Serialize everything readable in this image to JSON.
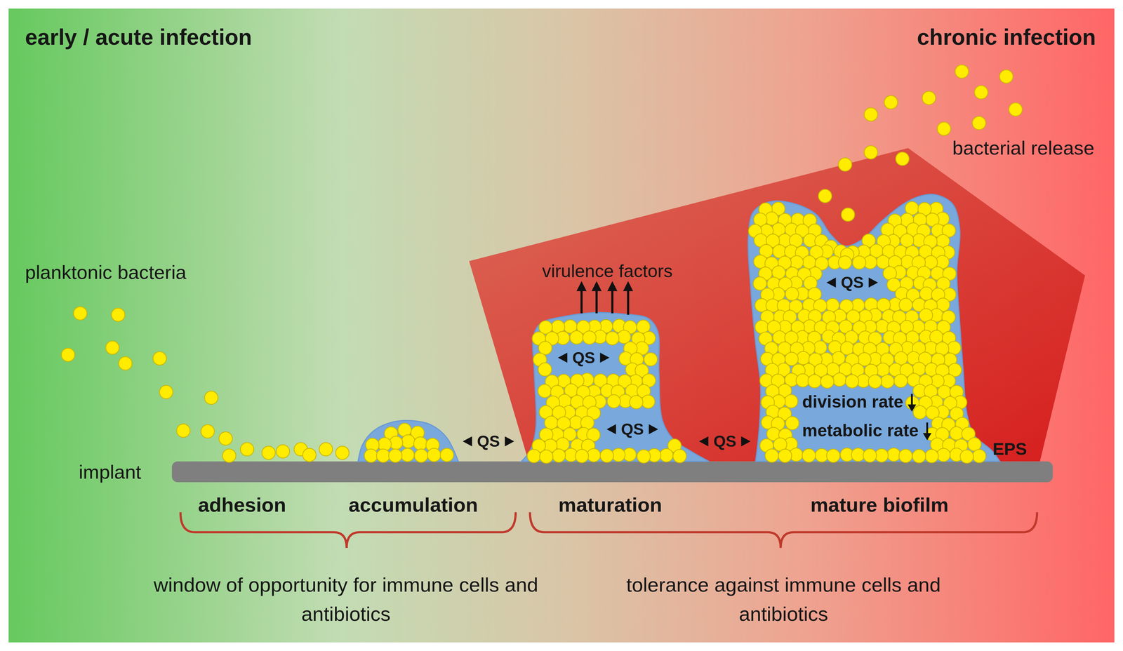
{
  "diagram": {
    "labels": [
      "early / acute infection",
      "chronic infection",
      "bacterial release",
      "planktonic bacteria",
      "virulence factors",
      "QS",
      "QS",
      "QS",
      "QS",
      "QS",
      "division rate",
      "metabolic rate",
      "EPS",
      "implant",
      "adhesion",
      "accumulation",
      "maturation",
      "mature biofilm",
      "window of opportunity for immune cells and antibiotics",
      "tolerance against immune cells and antibiotics"
    ]
  }
}
